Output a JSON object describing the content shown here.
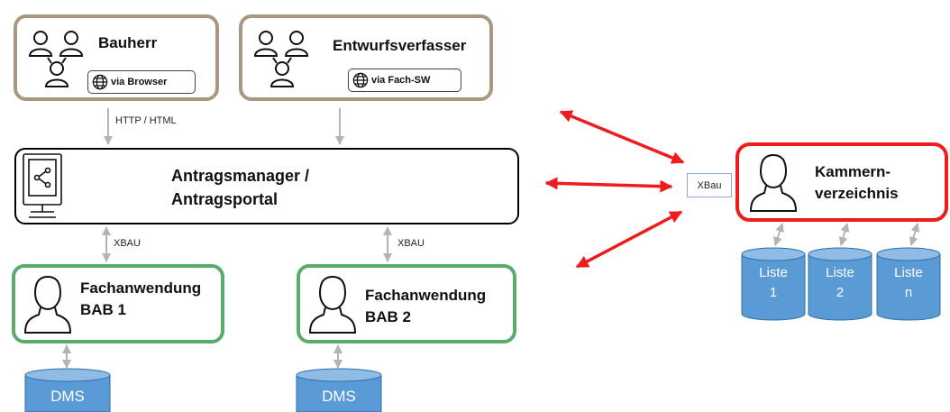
{
  "colors": {
    "user_box_border": "#a89880",
    "portal_box_border": "#000000",
    "bab_box_border": "#5aab6c",
    "kammer_box_border": "#ee1c1c",
    "cylinder_fill": "#5b9bd5",
    "red_arrow": "#ee1c1c",
    "gray_arrow": "#b4b4b4"
  },
  "icons": [
    "users-group-icon",
    "globe-icon",
    "portal-share-icon",
    "person-icon",
    "database-cylinder-icon"
  ],
  "bauherr": {
    "title": "Bauherr",
    "channel": "via Browser"
  },
  "entwurfsverfasser": {
    "title": "Entwurfsverfasser",
    "channel": "via Fach-SW"
  },
  "connectors": {
    "http": "HTTP / HTML",
    "xbau_left": "XBAU",
    "xbau_right": "XBAU",
    "xbau_interface": "XBau"
  },
  "portal": {
    "line1": "Antragsmanager /",
    "line2": "Antragsportal"
  },
  "bab1": {
    "line1": "Fachanwendung",
    "line2": "BAB 1"
  },
  "bab2": {
    "line1": "Fachanwendung",
    "line2": "BAB 2"
  },
  "kammer": {
    "line1": "Kammern-",
    "line2": "verzeichnis"
  },
  "lists": [
    "Liste\n1",
    "Liste\n2",
    "Liste\nn"
  ],
  "dms": [
    "DMS",
    "DMS"
  ]
}
